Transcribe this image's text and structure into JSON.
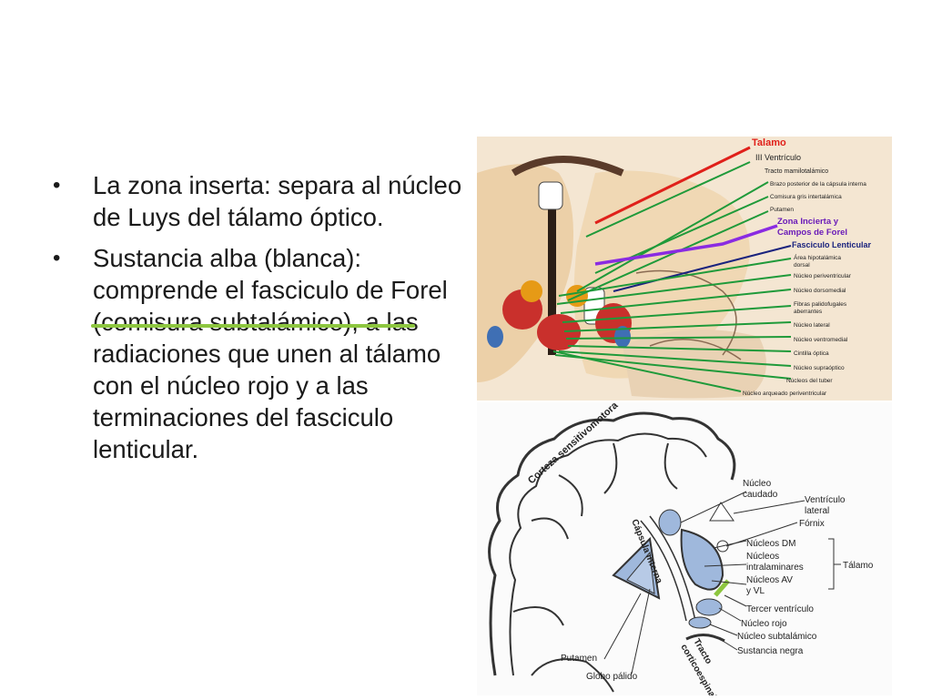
{
  "bullets": [
    {
      "text": "La zona inserta: separa al núcleo de Luys del tálamo óptico."
    },
    {
      "text": "Sustancia alba (blanca): comprende el fasciculo de Forel (comisura subtalámico), a las radiaciones que unen al tálamo con el núcleo rojo y a las terminaciones del fasciculo lenticular."
    }
  ],
  "bullet_glyph": "•",
  "figure_top": {
    "labels": {
      "talamo": "Talamo",
      "iii_ventriculo": "III Ventrículo",
      "tracto_mamilotalamico": "Tracto mamilotalámico",
      "brazo_posterior": "Brazo posterior de la cápsula interna",
      "comisura_gris": "Comisura gris intertalámica",
      "putamen": "Putamen",
      "zona_incierta": "Zona Incierta y",
      "campos_forel": "Campos de Forel",
      "fasciculo_lenticular": "Fasciculo Lenticular",
      "area_hipotalamica": "Área hipotalámica",
      "dorsal": "dorsal",
      "nucleo_periventricular": "Núcleo periventricular",
      "nucleo_dorsomedial": "Núcleo dorsomedial",
      "fibras_palidofugales": "Fibras palidofugales",
      "aberrantes": "aberrantes",
      "nucleo_lateral": "Núcleo lateral",
      "nucleo_ventromedial": "Núcleo ventromedial",
      "cintilla_optica": "Cintilla óptica",
      "nucleo_supraoptico": "Núcleo supraóptico",
      "nucleos_tuber": "Núcleos del tuber",
      "nucleo_arqueado": "Núcleo arqueado periventricular"
    },
    "colors": {
      "red": "#e0201a",
      "purple": "#8a2be2",
      "navy": "#1a237e",
      "green": "#1f9a3a",
      "tissue": "#f1dcc0"
    }
  },
  "figure_bottom": {
    "labels": {
      "corteza": "Corteza sensitivomotora",
      "capsula": "Cápsula interna",
      "nucleo_caudado_1": "Núcleo",
      "nucleo_caudado_2": "caudado",
      "ventriculo_1": "Ventrículo",
      "ventriculo_2": "lateral",
      "fornix": "Fórnix",
      "nucleos_dm": "Núcleos DM",
      "nucleos_intra_1": "Núcleos",
      "nucleos_intra_2": "intralaminares",
      "talamo": "Tálamo",
      "nucleos_av_1": "Núcleos AV",
      "nucleos_av_2": "y VL",
      "tercer_ventriculo": "Tercer ventrículo",
      "nucleo_rojo": "Núcleo rojo",
      "nucleo_subtalamico": "Núcleo subtalámico",
      "sustancia_negra": "Sustancia negra",
      "tracto_1": "Tracto",
      "tracto_2": "corticoespinal",
      "putamen": "Putamen",
      "globo_palido": "Globo pálido"
    },
    "colors": {
      "blue": "#9fb8dc",
      "line": "#333333",
      "highlight": "#8dc63f"
    }
  }
}
